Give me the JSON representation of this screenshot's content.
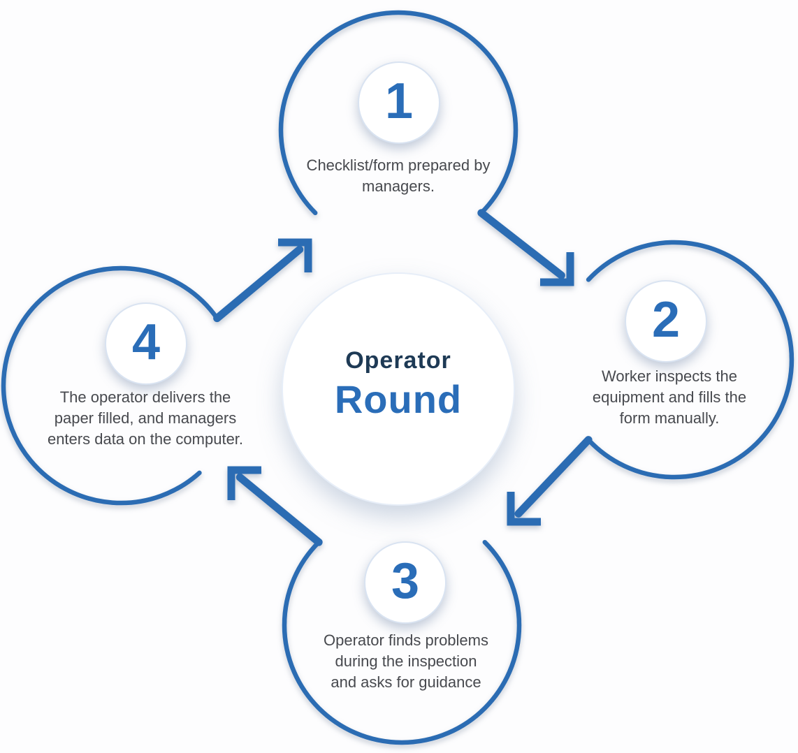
{
  "center": {
    "line1": "Operator",
    "line2": "Round"
  },
  "steps": [
    {
      "number": "1",
      "position": "top",
      "lines": [
        "Checklist/form prepared by",
        "managers."
      ]
    },
    {
      "number": "2",
      "position": "right",
      "lines": [
        "Worker inspects the",
        "equipment and fills the",
        "form manually."
      ]
    },
    {
      "number": "3",
      "position": "bottom",
      "lines": [
        "Operator finds problems",
        "during the inspection",
        "and asks for guidance"
      ]
    },
    {
      "number": "4",
      "position": "left",
      "lines": [
        "The operator delivers the",
        "paper filled, and managers",
        "enters data on the computer."
      ]
    }
  ],
  "flow": {
    "direction": "clockwise",
    "arrows": [
      "step4-to-step1",
      "step1-to-step2",
      "step2-to-step3",
      "step3-to-step4"
    ]
  },
  "colors": {
    "accent_blue": "#2b6cb3",
    "number_blue": "#2a6db8",
    "heading_navy": "#1e3a55",
    "body_text": "#47494e",
    "background": "#fdfdfe"
  }
}
